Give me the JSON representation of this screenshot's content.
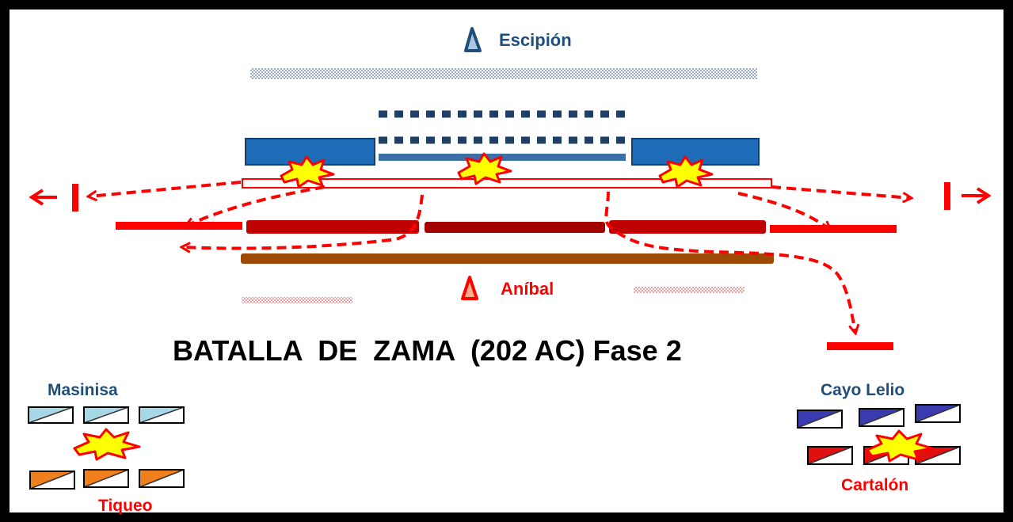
{
  "title": "BATALLA  DE  ZAMA  (202 AC) Fase 2",
  "commanders": {
    "roman": "Escipión",
    "carthaginian": "Aníbal",
    "roman_cavalry_left": "Masinisa",
    "carthaginian_cavalry_left": "Tiqueo",
    "roman_cavalry_right": "Cayo Lelio",
    "carthaginian_cavalry_right": "Cartalón"
  },
  "colors": {
    "roman": "#1f4e79",
    "roman_unit": "#1e6bb8",
    "roman_line": "#3a6fa8",
    "carthaginian": "#ff0000",
    "carthaginian_dark": "#c00000",
    "carthaginian_darker": "#a50000",
    "third_line": "#9c4a06",
    "light_blue": "#a7d8e8",
    "dark_blue": "#3b3bb0",
    "orange": "#f07f1e",
    "explosion_fill": "#ffff00",
    "explosion_edge": "#ff0000"
  },
  "icons": {
    "commander_marker": "triangle-icon",
    "combat": "explosion-icon",
    "cavalry_unit": "cavalry-box-icon",
    "retreat": "arrow-icon"
  }
}
